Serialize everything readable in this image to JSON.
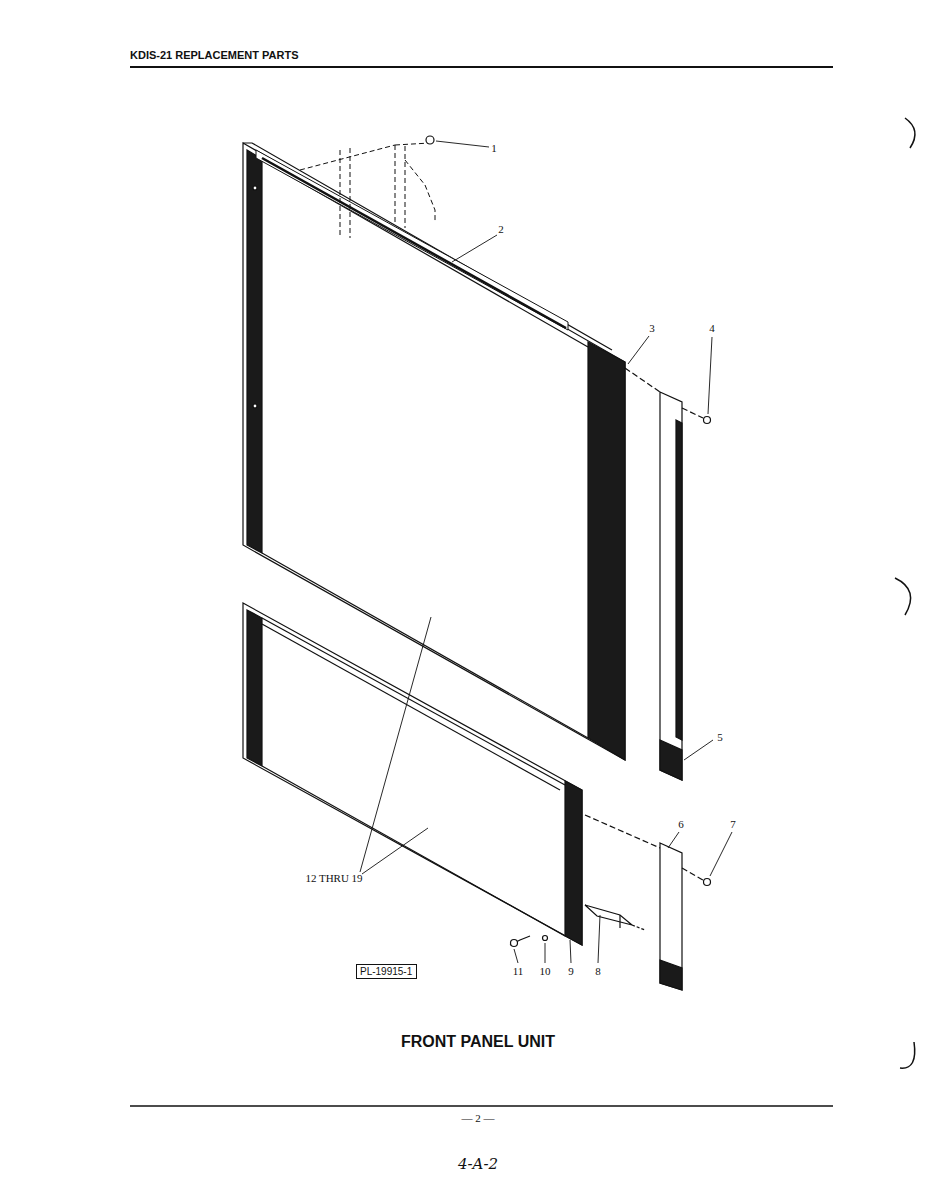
{
  "diagram": {
    "title": "FRONT PANEL UNIT",
    "nodes": [
      {
        "text": [
          "PL-19915-1"
        ]
      }
    ],
    "labels": [
      "KDIS-21 REPLACEMENT PARTS",
      "1",
      "2",
      "3",
      "4",
      "5",
      "6",
      "7",
      "12 THRU 19",
      "11",
      "10",
      "9",
      "8",
      "— 2 —",
      "4-A-2"
    ]
  }
}
